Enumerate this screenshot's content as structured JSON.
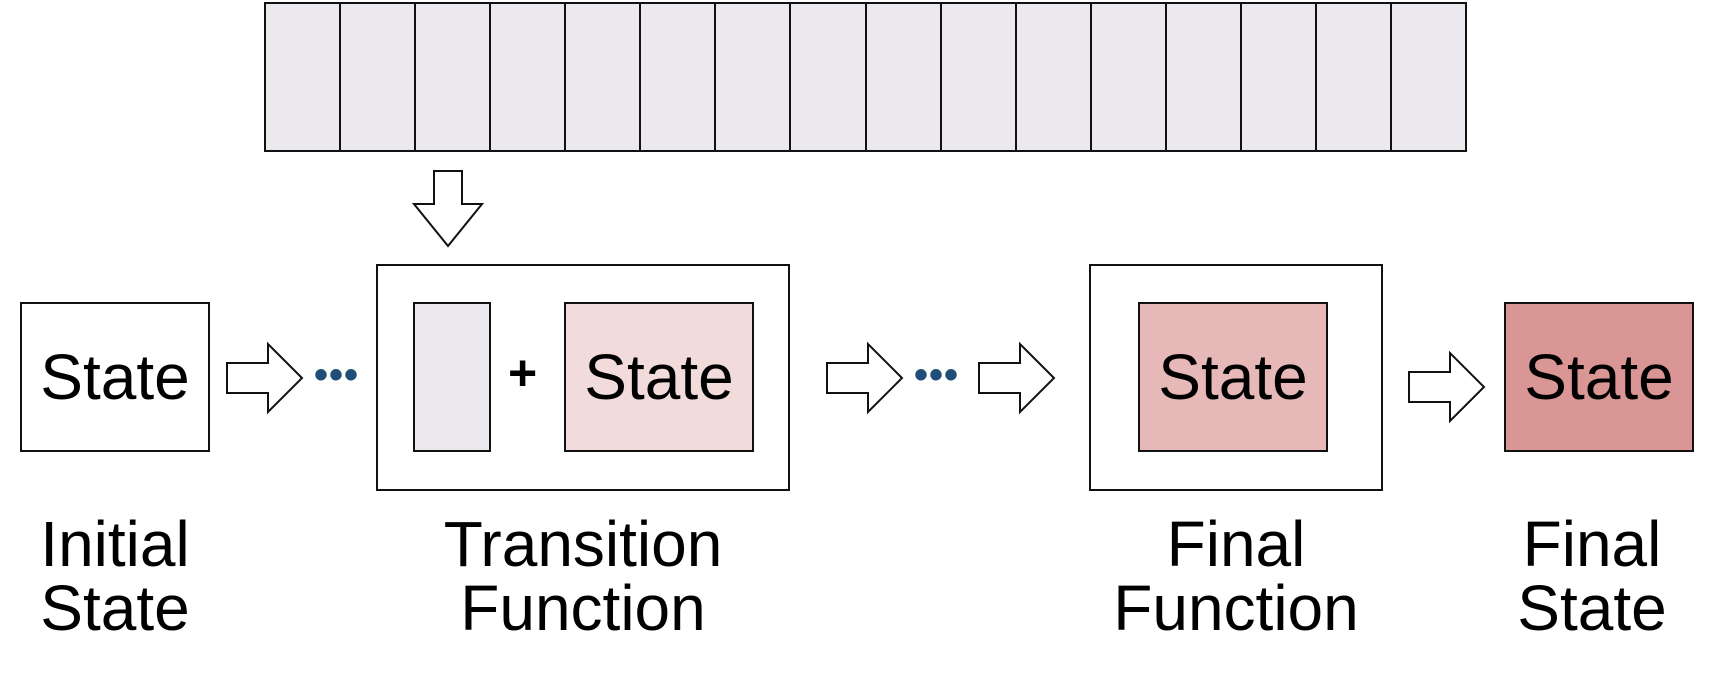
{
  "diagram": {
    "tape": {
      "cell_count": 16,
      "cell_color": "#ebe8ee"
    },
    "initial_state": {
      "box_label": "State",
      "caption_line1": "Initial",
      "caption_line2": "State",
      "fill": "#ffffff"
    },
    "transition_function": {
      "plus": "+",
      "state_label": "State",
      "caption_line1": "Transition",
      "caption_line2": "Function",
      "state_fill": "#f2dcdb",
      "input_cell_fill": "#ebe8ee"
    },
    "final_function": {
      "state_label": "State",
      "caption_line1": "Final",
      "caption_line2": "Function",
      "state_fill": "#e6b8b7"
    },
    "final_state": {
      "box_label": "State",
      "caption_line1": "Final",
      "caption_line2": "State",
      "fill": "#d99694"
    },
    "ellipsis": "•••",
    "ellipsis_color": "#1f4e79"
  }
}
